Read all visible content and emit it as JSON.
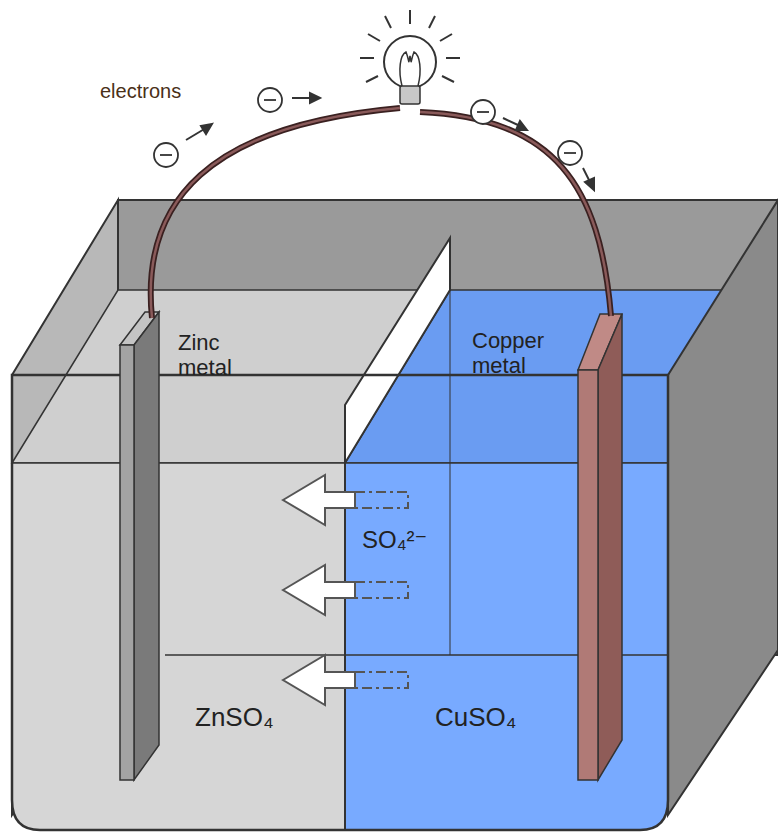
{
  "diagram": {
    "labels": [
      "electrons",
      "Zinc metal",
      "Copper metal",
      "SO₄²⁻",
      "ZnSO₄",
      "CuSO₄"
    ]
  }
}
